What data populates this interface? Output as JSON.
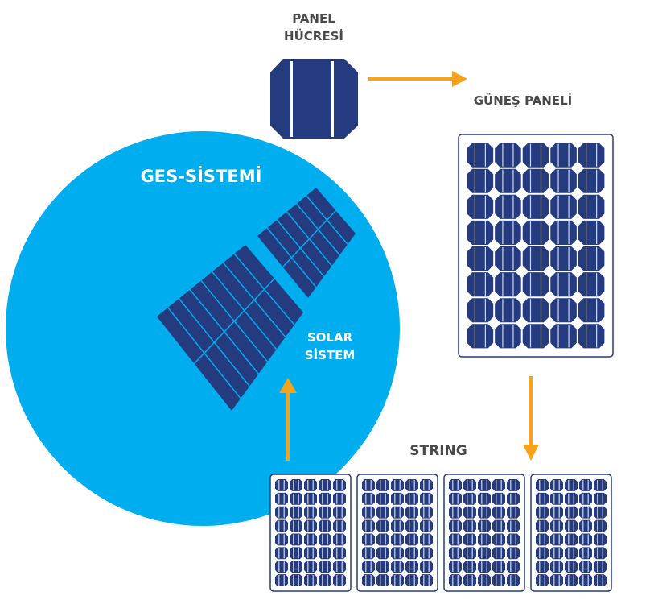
{
  "labels": {
    "panel_cell": "PANEL",
    "panel_cell_2": "HÜCRESİ",
    "solar_panel": "GÜNEŞ PANELİ",
    "string": "STRING",
    "ges_system": "GES-SİSTEMİ",
    "solar_system": "SOLAR",
    "solar_system_2": "SİSTEM"
  },
  "colors": {
    "circle": "#00adef",
    "cell": "#253b80",
    "arrow": "#f7a21b",
    "label": "#4a4a4a"
  },
  "panel_grid": {
    "columns": 5,
    "rows": 8
  },
  "string_panel_count": 4
}
